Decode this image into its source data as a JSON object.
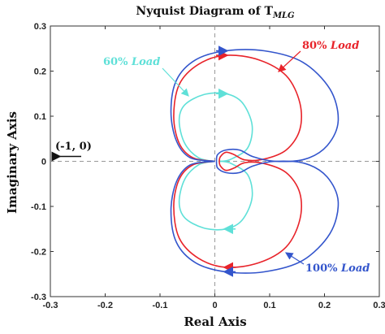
{
  "chart_data": {
    "type": "line",
    "title": "Nyquist Diagram of T",
    "title_subscript": "MLG",
    "xlabel": "Real Axis",
    "ylabel": "Imaginary Axis",
    "xlim": [
      -0.3,
      0.3
    ],
    "ylim": [
      -0.3,
      0.3
    ],
    "xticks": [
      "-0.3",
      "-0.2",
      "-0.1",
      "0",
      "0.1",
      "0.2",
      "0.3"
    ],
    "yticks": [
      "0.3",
      "0.2",
      "0.1",
      "0",
      "-0.1",
      "-0.2",
      "-0.3"
    ],
    "grid": false,
    "reference_point": {
      "label": "(-1, 0)",
      "x": -1,
      "y": 0
    },
    "series": [
      {
        "name": "60% Load",
        "color": "#5fe0d8",
        "points": [
          [
            0,
            0
          ],
          [
            -0.03,
            0.008
          ],
          [
            -0.055,
            0.04
          ],
          [
            -0.065,
            0.09
          ],
          [
            -0.055,
            0.125
          ],
          [
            -0.02,
            0.148
          ],
          [
            0.02,
            0.15
          ],
          [
            0.05,
            0.13
          ],
          [
            0.068,
            0.08
          ],
          [
            0.06,
            0.03
          ],
          [
            0.03,
            0.005
          ],
          [
            0.012,
            0.0
          ],
          [
            0.008,
            0.0
          ]
        ]
      },
      {
        "name": "80% Load",
        "color": "#e8232a",
        "points": [
          [
            0,
            0
          ],
          [
            -0.04,
            0.008
          ],
          [
            -0.065,
            0.04
          ],
          [
            -0.075,
            0.1
          ],
          [
            -0.065,
            0.17
          ],
          [
            -0.03,
            0.215
          ],
          [
            0.02,
            0.235
          ],
          [
            0.08,
            0.225
          ],
          [
            0.13,
            0.19
          ],
          [
            0.155,
            0.13
          ],
          [
            0.155,
            0.07
          ],
          [
            0.13,
            0.025
          ],
          [
            0.09,
            0.005
          ],
          [
            0.055,
            0.003
          ],
          [
            0.035,
            0.015
          ],
          [
            0.02,
            0.02
          ],
          [
            0.01,
            0.01
          ],
          [
            0.008,
            0.0
          ]
        ]
      },
      {
        "name": "100% Load",
        "color": "#3355cc",
        "points": [
          [
            0,
            0
          ],
          [
            -0.045,
            0.008
          ],
          [
            -0.07,
            0.045
          ],
          [
            -0.08,
            0.11
          ],
          [
            -0.07,
            0.18
          ],
          [
            -0.035,
            0.225
          ],
          [
            0.02,
            0.245
          ],
          [
            0.09,
            0.245
          ],
          [
            0.16,
            0.22
          ],
          [
            0.21,
            0.16
          ],
          [
            0.225,
            0.09
          ],
          [
            0.205,
            0.035
          ],
          [
            0.165,
            0.005
          ],
          [
            0.11,
            0.0
          ],
          [
            0.07,
            0.01
          ],
          [
            0.045,
            0.025
          ],
          [
            0.02,
            0.025
          ],
          [
            0.005,
            0.015
          ],
          [
            0.003,
            0.0
          ]
        ]
      }
    ],
    "annotations": [
      {
        "text": "60%",
        "emph": "Load",
        "series": "60% Load"
      },
      {
        "text": "80%",
        "emph": "Load",
        "series": "80% Load"
      },
      {
        "text": "100%",
        "emph": "Load",
        "series": "100% Load"
      }
    ]
  }
}
